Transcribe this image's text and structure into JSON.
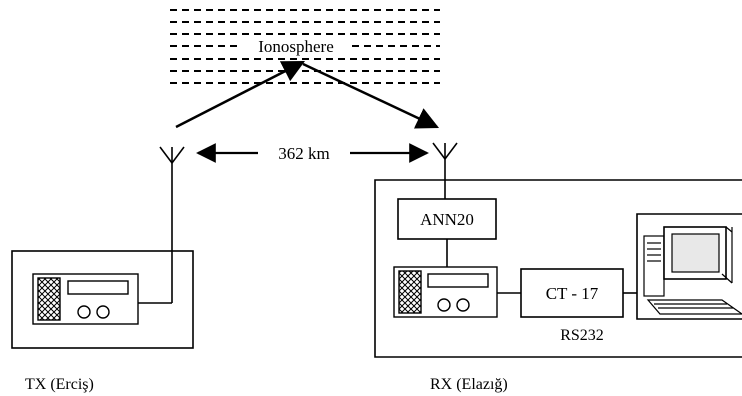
{
  "ionosphere": {
    "label": "Ionosphere"
  },
  "link": {
    "distance_label": "362 km"
  },
  "receiver": {
    "ann_label": "ANN20",
    "ct_label": "CT - 17",
    "interface_label": "RS232",
    "station_label": "RX (Elazığ)"
  },
  "transmitter": {
    "station_label": "TX (Erciş)"
  },
  "colors": {
    "ink": "#000000",
    "paper": "#ffffff",
    "screen": "#e8e8e8"
  }
}
